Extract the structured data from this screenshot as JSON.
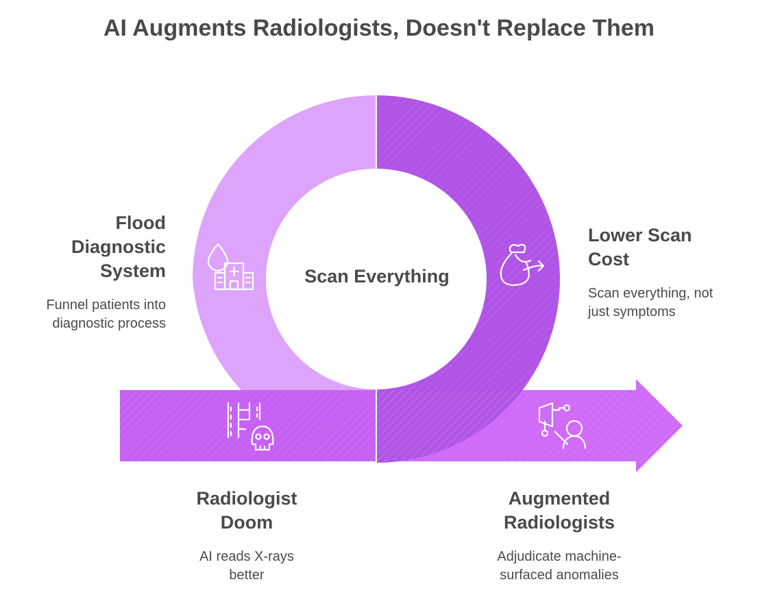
{
  "title": "AI Augments Radiologists, Doesn't Replace Them",
  "center": {
    "label": "Scan Everything"
  },
  "stages": {
    "flood": {
      "heading_lines": [
        "Flood",
        "Diagnostic",
        "System"
      ],
      "desc_lines": [
        "Funnel patients into",
        "diagnostic process"
      ],
      "icon": "hospital-drop-icon",
      "color": "#dea3fb"
    },
    "lower_cost": {
      "heading_lines": [
        "Lower Scan",
        "Cost"
      ],
      "desc_lines": [
        "Scan everything, not",
        "just symptoms"
      ],
      "icon": "money-bag-arrow-icon",
      "color": "#b053e6"
    },
    "doom": {
      "heading_lines": [
        "Radiologist",
        "Doom"
      ],
      "desc_lines": [
        "AI reads X-rays",
        "better"
      ],
      "icon": "film-skull-icon",
      "color": "#c660f5"
    },
    "augmented": {
      "heading_lines": [
        "Augmented",
        "Radiologists"
      ],
      "desc_lines": [
        "Adjudicate machine-",
        "surfaced anomalies"
      ],
      "icon": "person-scanner-icon",
      "color": "#cf6af9"
    }
  },
  "colors": {
    "light_purple": "#dea3fb",
    "dark_purple": "#b053e6",
    "arrow_purple": "#c764f6",
    "text": "#4a4a4a",
    "icon_stroke": "#ffffff"
  }
}
